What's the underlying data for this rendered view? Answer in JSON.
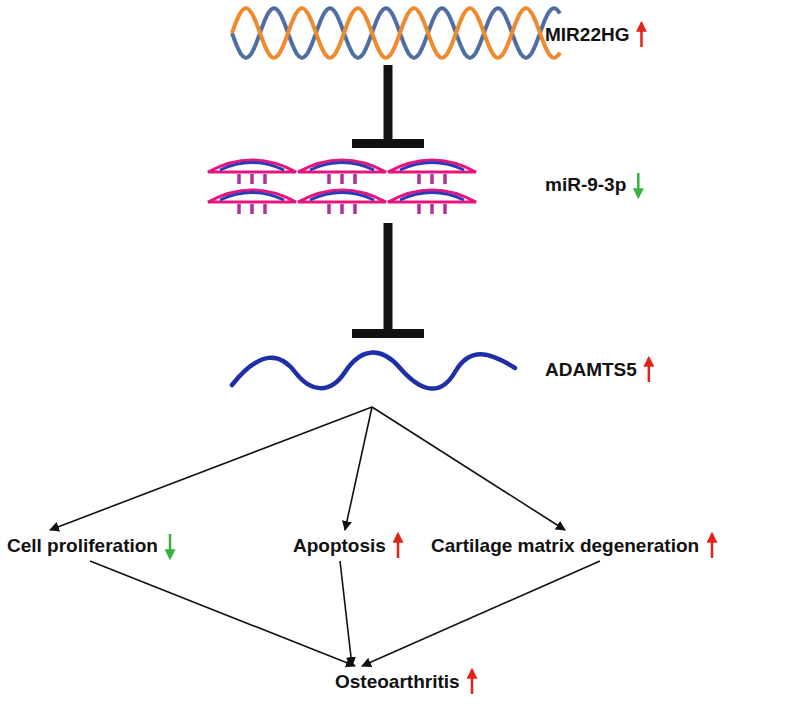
{
  "diagram": {
    "nodes": [
      {
        "text": [
          "MIR22HG"
        ]
      },
      {
        "text": [
          "miR-9-3p"
        ]
      },
      {
        "text": [
          "ADAMTS5"
        ]
      },
      {
        "text": [
          "Cell proliferation"
        ]
      },
      {
        "text": [
          "Apoptosis"
        ]
      },
      {
        "text": [
          "Cartilage matrix degeneration"
        ]
      },
      {
        "text": [
          "Osteoarthritis"
        ]
      }
    ],
    "edges": [
      {
        "from": 0,
        "to": 1,
        "arrow": "to"
      },
      {
        "from": 1,
        "to": 2,
        "arrow": "to"
      },
      {
        "from": 2,
        "to": 3,
        "arrow": "to"
      },
      {
        "from": 2,
        "to": 4,
        "arrow": "to"
      },
      {
        "from": 2,
        "to": 5,
        "arrow": "to"
      },
      {
        "from": 3,
        "to": 6,
        "arrow": "to"
      },
      {
        "from": 4,
        "to": 6,
        "arrow": "to"
      },
      {
        "from": 5,
        "to": 6,
        "arrow": "to"
      }
    ]
  }
}
